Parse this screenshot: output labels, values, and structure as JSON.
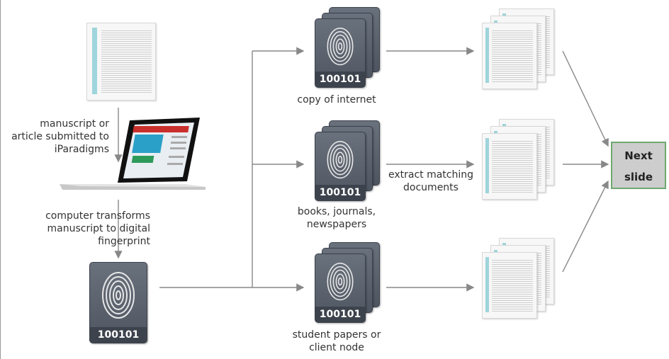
{
  "labels": {
    "submitted": "manuscript or\narticle submitted to\niParadigms",
    "transform": "computer transforms\nmanuscript to digital\nfingerprint",
    "internet": "copy of internet",
    "books": "books, journals,\nnewspapers",
    "students": "student papers or\nclient node",
    "extract": "extract matching\ndocuments"
  },
  "fingerprint_code": "100101",
  "next_button": {
    "line1": "Next",
    "line2": "slide"
  },
  "colors": {
    "card": "#5a616c",
    "arrow": "#888888",
    "accent_bar": "#9fd5dc",
    "button_border": "#6ea96e"
  }
}
